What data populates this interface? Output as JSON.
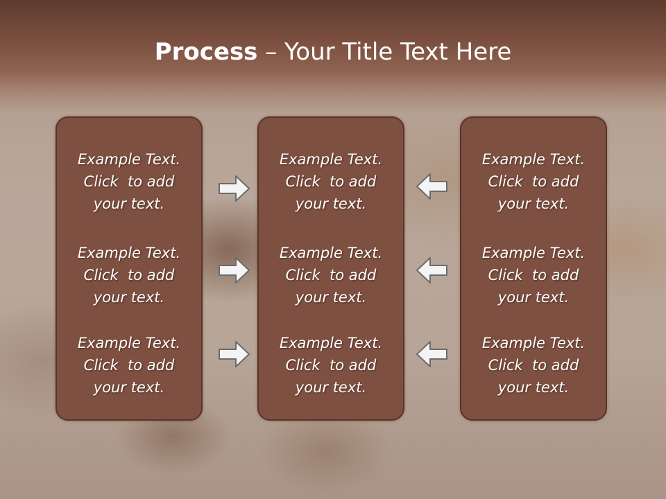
{
  "title": {
    "bold": "Process",
    "rest": " – Your Title Text Here"
  },
  "columns": [
    {
      "items": [
        {
          "line1": "Example Text.",
          "line2": "Click  to add",
          "line3": "your text."
        },
        {
          "line1": "Example Text.",
          "line2": "Click  to add",
          "line3": "your text."
        },
        {
          "line1": "Example Text.",
          "line2": "Click  to add",
          "line3": "your text."
        }
      ]
    },
    {
      "items": [
        {
          "line1": "Example Text.",
          "line2": "Click  to add",
          "line3": "your text."
        },
        {
          "line1": "Example Text.",
          "line2": "Click  to add",
          "line3": "your text."
        },
        {
          "line1": "Example Text.",
          "line2": "Click  to add",
          "line3": "your text."
        }
      ]
    },
    {
      "items": [
        {
          "line1": "Example Text.",
          "line2": "Click  to add",
          "line3": "your text."
        },
        {
          "line1": "Example Text.",
          "line2": "Click  to add",
          "line3": "your text."
        },
        {
          "line1": "Example Text.",
          "line2": "Click  to add",
          "line3": "your text."
        }
      ]
    }
  ],
  "arrows": {
    "left_group": "arrow-right-icon",
    "right_group": "arrow-left-icon"
  },
  "colors": {
    "panel": "#7e5041",
    "panel_border": "#5a3428",
    "title_band": "#7b4f3f",
    "arrow_fill": "#f4f4f4",
    "arrow_stroke": "#6b6b6b"
  }
}
